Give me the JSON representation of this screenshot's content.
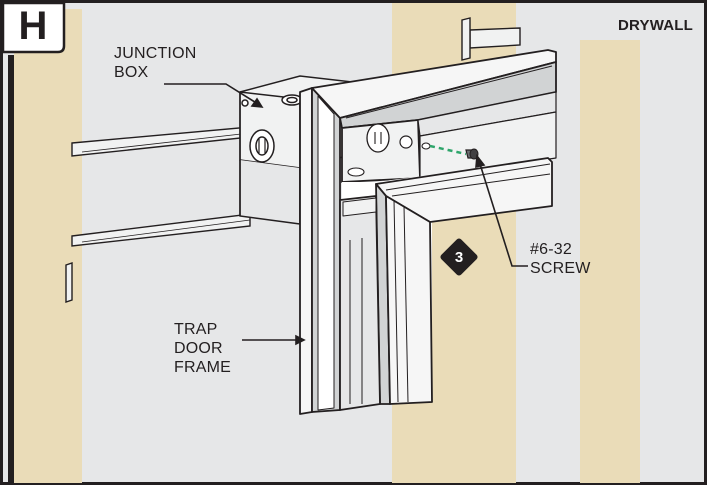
{
  "step_letter": "H",
  "labels": {
    "drywall": "DRYWALL",
    "junction_box": [
      "JUNCTION",
      "BOX"
    ],
    "screw": [
      "#6-32",
      "SCREW"
    ],
    "trap_door_frame": [
      "TRAP",
      "DOOR",
      "FRAME"
    ]
  },
  "step_number": "3",
  "colors": {
    "drywall": "#e6e7e8",
    "stud": "#eadcb8",
    "outline": "#231f20",
    "screw_path": "#2ea56b"
  }
}
